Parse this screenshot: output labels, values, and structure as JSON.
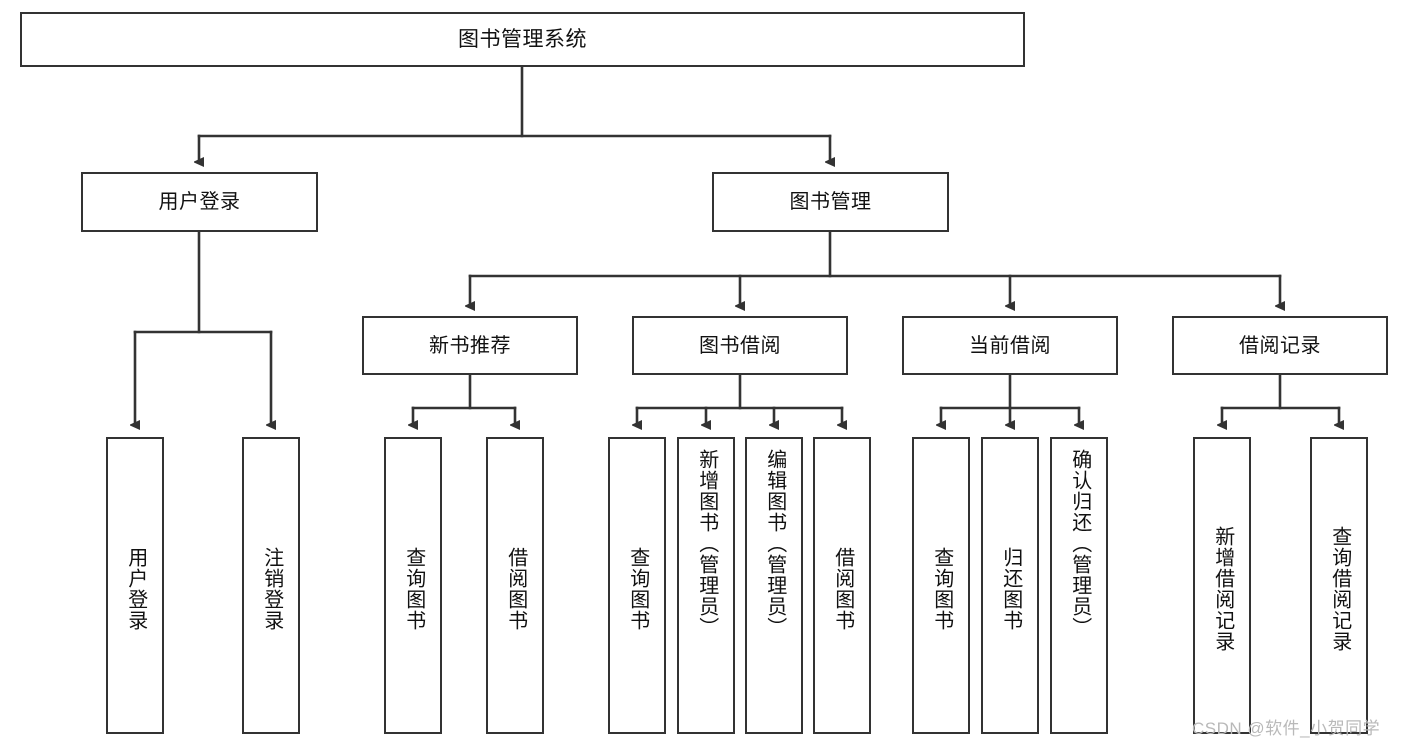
{
  "diagram": {
    "title": "图书管理系统",
    "type": "tree-hierarchy-chart",
    "colors": {
      "box_border": "#333333",
      "box_fill": "#ffffff",
      "edge": "#333333",
      "text": "#111111",
      "watermark": "#b9b9b9",
      "background": "#ffffff"
    },
    "root": {
      "label": "图书管理系统"
    },
    "level2": [
      {
        "label": "用户登录"
      },
      {
        "label": "图书管理"
      }
    ],
    "level3": [
      {
        "label": "新书推荐"
      },
      {
        "label": "图书借阅"
      },
      {
        "label": "当前借阅"
      },
      {
        "label": "借阅记录"
      }
    ],
    "leaves": {
      "user_login": [
        {
          "label": "用户登录"
        },
        {
          "label": "注销登录"
        }
      ],
      "new_book_recommend": [
        {
          "label": "查询图书"
        },
        {
          "label": "借阅图书"
        }
      ],
      "book_borrow": [
        {
          "label": "查询图书"
        },
        {
          "label": "新增图书（管理员）"
        },
        {
          "label": "编辑图书（管理员）"
        },
        {
          "label": "借阅图书"
        }
      ],
      "current_borrow": [
        {
          "label": "查询图书"
        },
        {
          "label": "归还图书"
        },
        {
          "label": "确认归还（管理员）"
        }
      ],
      "borrow_record": [
        {
          "label": "新增借阅记录"
        },
        {
          "label": "查询借阅记录"
        }
      ]
    }
  },
  "watermark": {
    "text": "CSDN @软件_小贺同学"
  }
}
